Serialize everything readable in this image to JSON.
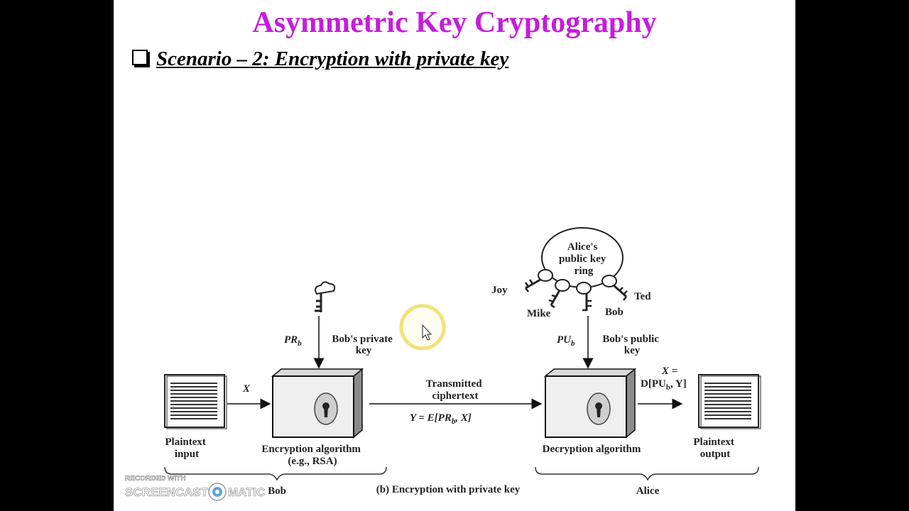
{
  "slide": {
    "title": "Asymmetric Key Cryptography",
    "scenario": "Scenario – 2: Encryption with private key"
  },
  "diagram": {
    "plaintext_input": [
      "Plaintext",
      "input"
    ],
    "x_label": "X",
    "pr_label": "PR",
    "pr_sub": "b",
    "bob_private": [
      "Bob's private",
      "key"
    ],
    "encryption_algorithm": [
      "Encryption algorithm",
      "(e.g., RSA)"
    ],
    "transmitted": [
      "Transmitted",
      "ciphertext"
    ],
    "y_eq": "Y = E[PR",
    "y_eq_sub": "b",
    "y_eq_end": ", X]",
    "key_ring": [
      "Alice's",
      "public key",
      "ring"
    ],
    "ring_names": {
      "joy": "Joy",
      "mike": "Mike",
      "bob": "Bob",
      "ted": "Ted"
    },
    "pu_label": "PU",
    "pu_sub": "b",
    "bob_public": [
      "Bob's public",
      "key"
    ],
    "decryption_algorithm": "Decryption algorithm",
    "x_eq_top": "X =",
    "x_eq_bottom": "D[PU",
    "x_eq_sub": "b",
    "x_eq_end": ", Y]",
    "plaintext_output": [
      "Plaintext",
      "output"
    ],
    "bob_brace": "Bob",
    "alice_brace": "Alice",
    "caption": "(b) Encryption with private key"
  },
  "watermark": {
    "recorded": "RECORDED WITH",
    "brand_left": "SCREENCAST",
    "brand_right": "MATIC"
  }
}
